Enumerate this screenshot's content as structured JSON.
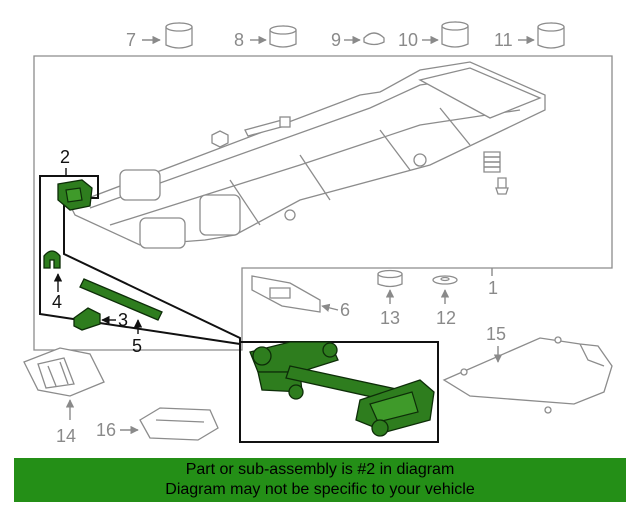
{
  "callouts": {
    "c1": "1",
    "c2": "2",
    "c3": "3",
    "c4": "4",
    "c5": "5",
    "c6": "6",
    "c7": "7",
    "c8": "8",
    "c9": "9",
    "c10": "10",
    "c11": "11",
    "c12": "12",
    "c13": "13",
    "c14": "14",
    "c15": "15",
    "c16": "16"
  },
  "colors": {
    "highlight": "#2e7d1e",
    "banner": "#248f17",
    "outline": "#8c8c8c"
  },
  "banner": {
    "line1": "Part or sub-assembly is #2 in diagram",
    "line2": "Diagram may not be specific to your vehicle"
  }
}
